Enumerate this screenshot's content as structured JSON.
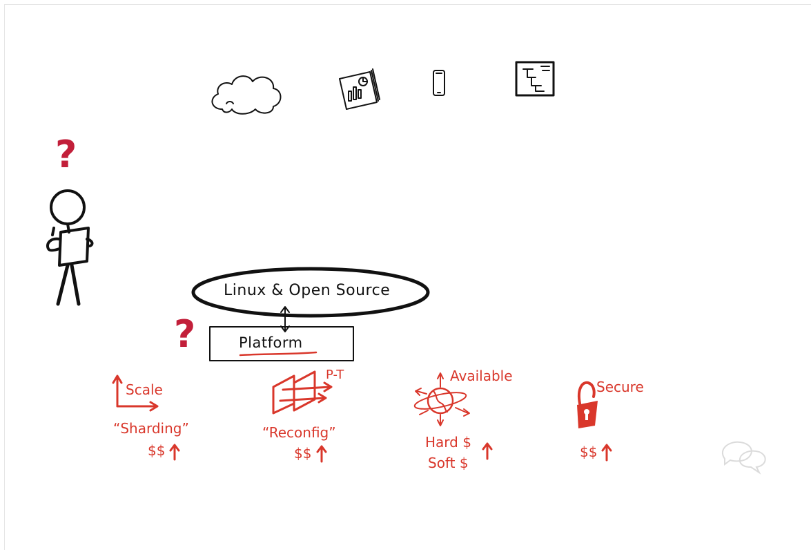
{
  "diagram": {
    "core_ellipse_label": "Linux & Open Source",
    "platform_label": "Platform",
    "question_mark": "?",
    "features": [
      {
        "id": "scale",
        "label": "Scale",
        "sub": "“Sharding”",
        "cost": [
          "$$"
        ],
        "icon": "axis-arrows-icon"
      },
      {
        "id": "pt",
        "label": "P-T",
        "sub": "“Reconfig”",
        "cost": [
          "$$"
        ],
        "icon": "partition-planes-icon"
      },
      {
        "id": "available",
        "label": "Available",
        "sub": "",
        "cost": [
          "Hard $",
          "Soft $"
        ],
        "icon": "globe-icon"
      },
      {
        "id": "secure",
        "label": "Secure",
        "sub": "",
        "cost": [
          "$$"
        ],
        "icon": "open-padlock-icon"
      }
    ],
    "top_icons": [
      "cloud-icon",
      "analytics-tablet-icon",
      "smartphone-icon",
      "org-chart-document-icon"
    ],
    "colors": {
      "ink": "#111111",
      "accent_red": "#d9372b",
      "question_red": "#c21f3a",
      "watermark": "#d8d8d8"
    }
  }
}
